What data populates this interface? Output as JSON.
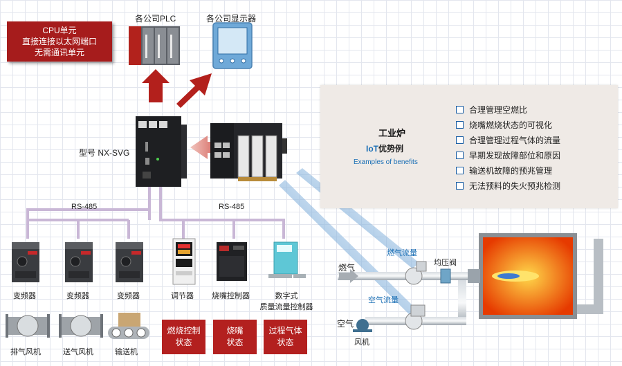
{
  "top": {
    "plc_label": "各公司PLC",
    "display_label": "各公司显示器",
    "cpu_note": [
      "CPU单元",
      "直接连接以太网端口",
      "无需通讯单元"
    ]
  },
  "model_label": "型号 NX-SVG",
  "bus_labels": {
    "left": "RS-485",
    "right": "RS-485"
  },
  "callout": {
    "title": "工业炉",
    "iot_prefix": "IoT",
    "iot_suffix": "优势例",
    "subtitle": "Examples of benefits",
    "benefits": [
      "合理管理空燃比",
      "烧嘴燃烧状态的可视化",
      "合理管理过程气体的流量",
      "早期发现故障部位和原因",
      "输送机故障的预兆管理",
      "无法预料的失火预兆检测"
    ]
  },
  "devices": [
    {
      "label": "变频器"
    },
    {
      "label": "变频器"
    },
    {
      "label": "变频器"
    },
    {
      "label": "调节器"
    },
    {
      "label": "烧嘴控制器"
    },
    {
      "label": "数字式",
      "label2": "质量流量控制器"
    }
  ],
  "bottom_devices": [
    {
      "label": "排气风机"
    },
    {
      "label": "送气风机"
    },
    {
      "label": "输送机"
    }
  ],
  "status_boxes": [
    {
      "line1": "燃烧控制",
      "line2": "状态"
    },
    {
      "line1": "烧嘴",
      "line2": "状态"
    },
    {
      "line1": "过程气体",
      "line2": "状态"
    }
  ],
  "process": {
    "fuel_flow": "燃气流量",
    "air_flow": "空气流量",
    "valve": "均压阀",
    "fuel": "燃气",
    "air": "空气",
    "fan": "风机"
  },
  "colors": {
    "accent_red": "#a61c1c",
    "accent_blue": "#1a6fb5",
    "bus_purple": "#c9b7d6"
  }
}
